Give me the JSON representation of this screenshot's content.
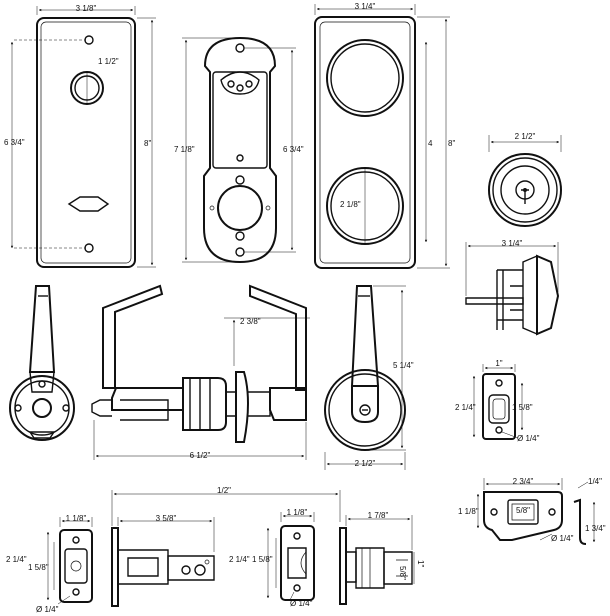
{
  "title": "Lever lock hardware dimension drawing",
  "colors": {
    "line": "#111111",
    "background": "#ffffff"
  },
  "plate_small": {
    "width": "3 1/8\"",
    "inner_height": "6 3/4\"",
    "height": "8\"",
    "hole": "1 1/2\""
  },
  "backplate": {
    "height": "7 1/8\"",
    "inner_height": "6 3/4\""
  },
  "plate_large": {
    "width": "3 1/4\"",
    "height": "8\"",
    "small_4": "4",
    "bore": "2 1/8\""
  },
  "cylinder": {
    "diameter": "2 1/2\""
  },
  "cylinder_side": {
    "width": "3 1/4\""
  },
  "lever_assembly": {
    "projection": "2 3/8\"",
    "overall": "6 1/2\""
  },
  "lever_front": {
    "height": "5 1/4\"",
    "rose": "2 1/2\""
  },
  "strike_a": {
    "width": "1\"",
    "height": "2 1/4\"",
    "inner": "1 5/8\"",
    "screw": "Ø 1/4\""
  },
  "strike_b": {
    "width": "2 3/4\"",
    "height": "1 1/8\"",
    "lip": "1/4\"",
    "depth": "1 3/4\"",
    "screw": "Ø 1/4\"",
    "cut": "5/8\""
  },
  "latch_a": {
    "width": "1 1/8\"",
    "height": "2 1/4\"",
    "inner": "1 5/8\"",
    "screw": "Ø 1/4\"",
    "backset": "3 5/8\"",
    "overall": "1/2\""
  },
  "latch_b": {
    "width": "1 1/8\"",
    "height": "2 1/4\"",
    "inner": "1 5/8\"",
    "screw": "Ø 1/4\""
  },
  "latch_c": {
    "width": "1 7/8\"",
    "side_a": "5/8\"",
    "side_b": "1\""
  }
}
